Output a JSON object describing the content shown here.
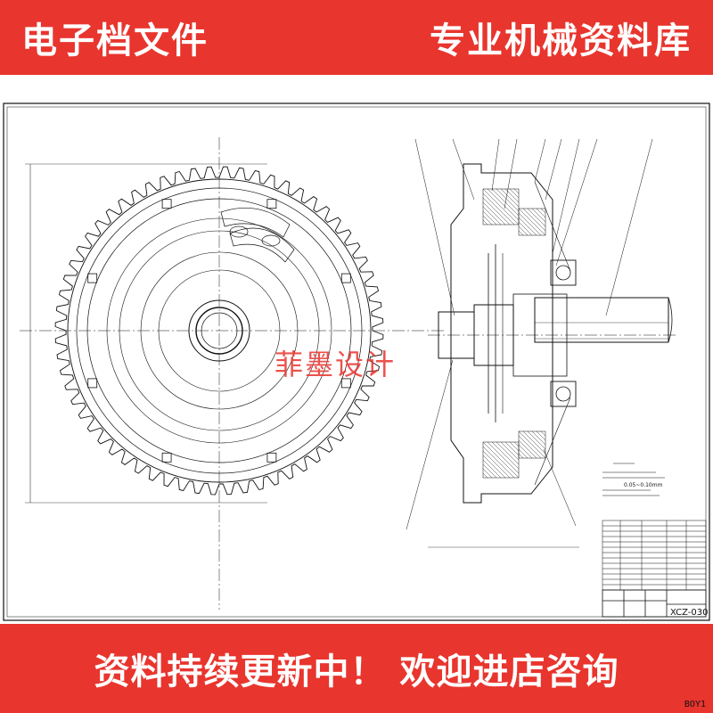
{
  "header": {
    "left_text": "电子档文件",
    "right_text": "专业机械资料库",
    "background_color": "#e8352e",
    "text_color": "#ffffff"
  },
  "drawing": {
    "watermark": "菲墨设计",
    "drawing_number": "XCZ-030",
    "tech_requirements_notes": [
      "0.05~0.10mm"
    ]
  },
  "footer": {
    "text": "资料持续更新中！ 欢迎进店咨询",
    "corner_code": "BOY1"
  }
}
